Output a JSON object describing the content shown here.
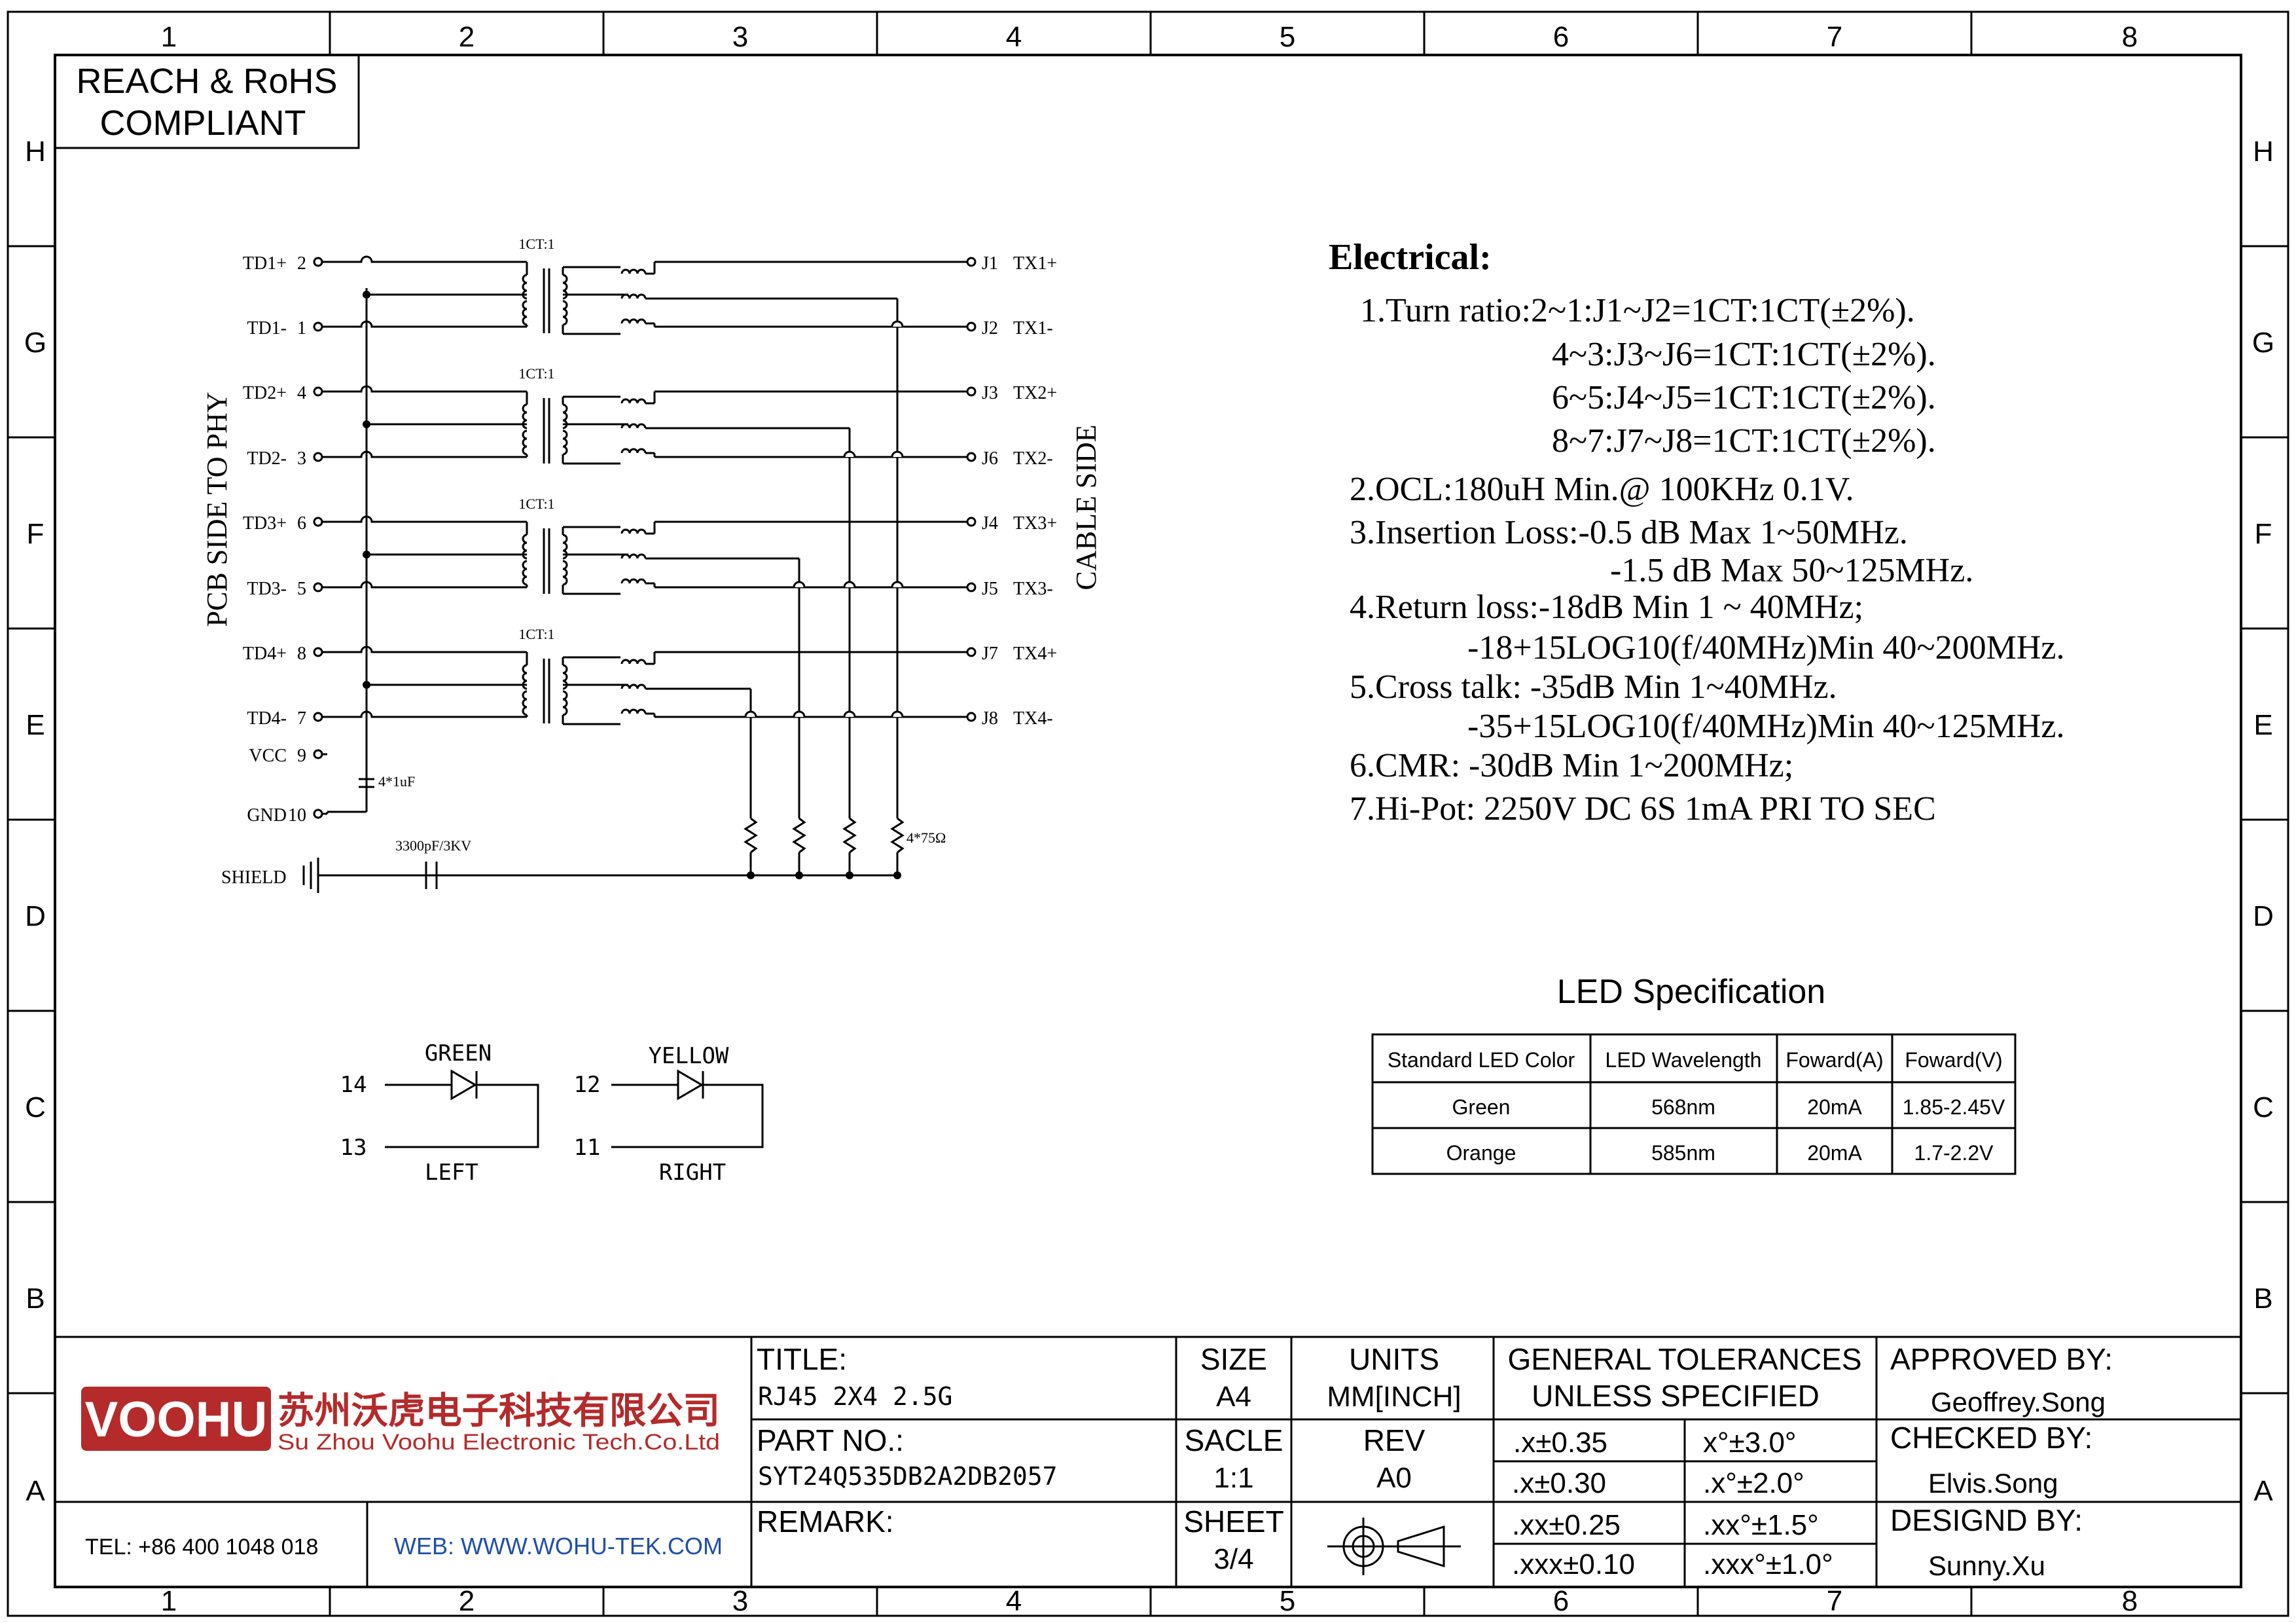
{
  "frame": {
    "column_labels": [
      "1",
      "2",
      "3",
      "4",
      "5",
      "6",
      "7",
      "8"
    ],
    "row_labels": [
      "H",
      "G",
      "F",
      "E",
      "D",
      "C",
      "B",
      "A"
    ]
  },
  "compliance": {
    "line1": "REACH & RoHS",
    "line2": "COMPLIANT"
  },
  "schematic": {
    "left_pins": [
      {
        "name": "TD1+",
        "num": "2"
      },
      {
        "name": "TD1-",
        "num": "1"
      },
      {
        "name": "TD2+",
        "num": "4"
      },
      {
        "name": "TD2-",
        "num": "3"
      },
      {
        "name": "TD3+",
        "num": "6"
      },
      {
        "name": "TD3-",
        "num": "5"
      },
      {
        "name": "TD4+",
        "num": "8"
      },
      {
        "name": "TD4-",
        "num": "7"
      },
      {
        "name": "VCC",
        "num": "9"
      },
      {
        "name": "GND",
        "num": "10"
      }
    ],
    "right_pins": [
      {
        "j": "J1",
        "name": "TX1+"
      },
      {
        "j": "J2",
        "name": "TX1-"
      },
      {
        "j": "J3",
        "name": "TX2+"
      },
      {
        "j": "J6",
        "name": "TX2-"
      },
      {
        "j": "J4",
        "name": "TX3+"
      },
      {
        "j": "J5",
        "name": "TX3-"
      },
      {
        "j": "J7",
        "name": "TX4+"
      },
      {
        "j": "J8",
        "name": "TX4-"
      }
    ],
    "transformer_ratio": "1CT:1",
    "pcb_side_label": "PCB SIDE TO PHY",
    "cable_side_label": "CABLE SIDE",
    "cap_label": "4*1uF",
    "resistor_label": "4*75Ω",
    "shield_label": "SHIELD",
    "shield_cap_label": "3300pF/3KV"
  },
  "leds": {
    "left": {
      "color": "GREEN",
      "pin_a": "14",
      "pin_b": "13",
      "label": "LEFT"
    },
    "right": {
      "color": "YELLOW",
      "pin_a": "12",
      "pin_b": "11",
      "label": "RIGHT"
    }
  },
  "electrical": {
    "heading": "Electrical:",
    "lines": [
      "1.Turn ratio:2~1:J1~J2=1CT:1CT(±2%).",
      "4~3:J3~J6=1CT:1CT(±2%).",
      "6~5:J4~J5=1CT:1CT(±2%).",
      "8~7:J7~J8=1CT:1CT(±2%).",
      "2.OCL:180uH Min.@ 100KHz 0.1V.",
      "3.Insertion Loss:-0.5 dB Max 1~50MHz.",
      "-1.5 dB Max 50~125MHz.",
      "4.Return loss:-18dB Min 1 ~ 40MHz;",
      "-18+15LOG10(f/40MHz)Min 40~200MHz.",
      "5.Cross talk:  -35dB Min 1~40MHz.",
      "-35+15LOG10(f/40MHz)Min 40~125MHz.",
      "6.CMR: -30dB Min 1~200MHz;",
      "7.Hi-Pot: 2250V DC  6S 1mA PRI TO SEC"
    ]
  },
  "led_spec": {
    "title": "LED Specification",
    "headers": [
      "Standard LED Color",
      "LED Wavelength",
      "Foward(A)",
      "Foward(V)"
    ],
    "rows": [
      [
        "Green",
        "568nm",
        "20mA",
        "1.85-2.45V"
      ],
      [
        "Orange",
        "585nm",
        "20mA",
        "1.7-2.2V"
      ]
    ]
  },
  "title_block": {
    "logo_text": "VOOHU",
    "company_cn": "苏州沃虎电子科技有限公司",
    "company_en": "Su Zhou Voohu Electronic Tech.Co.Ltd",
    "tel": "TEL: +86 400 1048 018",
    "web": "WEB: WWW.WOHU-TEK.COM",
    "title_label": "TITLE:",
    "title_value": "RJ45 2X4 2.5G",
    "part_label": "PART NO.:",
    "part_value": "SYT24Q535DB2A2DB2057",
    "remark_label": "REMARK:",
    "size_label": "SIZE",
    "size_value": "A4",
    "units_label": "UNITS",
    "units_value": "MM[INCH]",
    "scale_label": "SACLE",
    "scale_value": "1:1",
    "rev_label": "REV",
    "rev_value": "A0",
    "sheet_label": "SHEET",
    "sheet_value": "3/4",
    "tol_title_1": "GENERAL TOLERANCES",
    "tol_title_2": "UNLESS SPECIFIED",
    "tolerances": [
      [
        ".x±0.35",
        "x°±3.0°"
      ],
      [
        ".x±0.30",
        ".x°±2.0°"
      ],
      [
        ".xx±0.25",
        ".xx°±1.5°"
      ],
      [
        ".xxx±0.10",
        ".xxx°±1.0°"
      ]
    ],
    "approved_label": "APPROVED BY:",
    "approved_value": "Geoffrey.Song",
    "checked_label": "CHECKED BY:",
    "checked_value": "Elvis.Song",
    "designed_label": "DESIGND BY:",
    "designed_value": "Sunny.Xu"
  }
}
